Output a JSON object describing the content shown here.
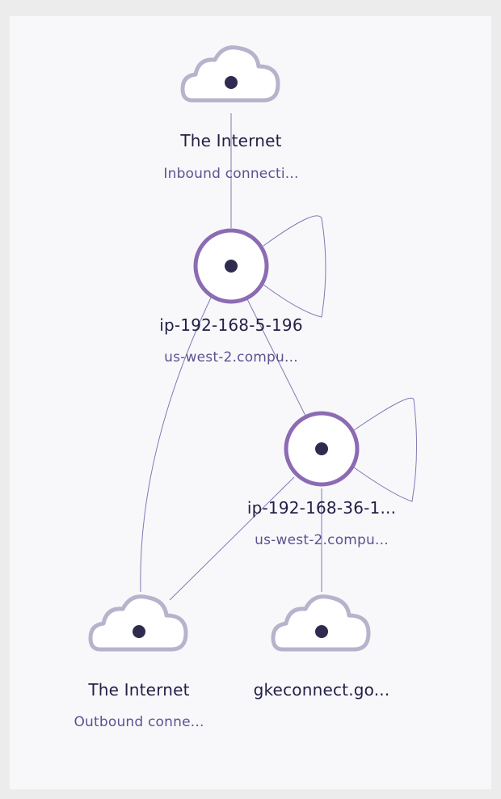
{
  "nodes": {
    "internet_inbound": {
      "title": "The Internet",
      "subtitle": "Inbound connecti..."
    },
    "host_a": {
      "title": "ip-192-168-5-196",
      "subtitle": "us-west-2.compu..."
    },
    "host_b": {
      "title": "ip-192-168-36-1...",
      "subtitle": "us-west-2.compu..."
    },
    "internet_outbound": {
      "title": "The Internet",
      "subtitle": "Outbound conne..."
    },
    "gkeconnect": {
      "title": "gkeconnect.go...",
      "subtitle": ""
    }
  },
  "colors": {
    "canvas": "#f8f8fb",
    "edge": "#6a64a6",
    "cloud_outline": "#b6b4cc",
    "host_ring": "#8c6bb3",
    "node_dot": "#2f2b50",
    "title_text": "#221f45",
    "subtitle_text": "#5a5390"
  }
}
